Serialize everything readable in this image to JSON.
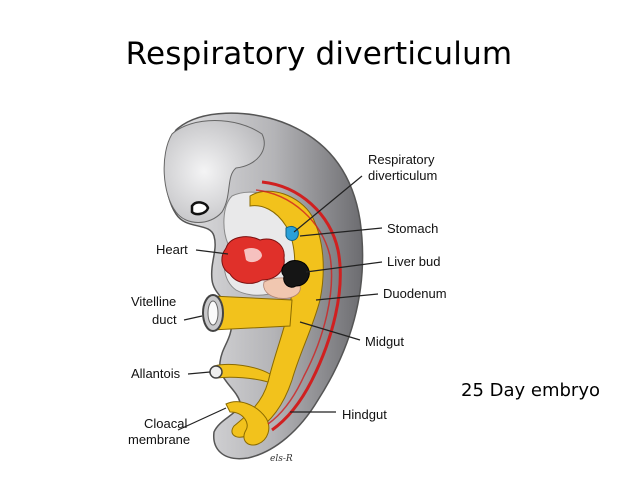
{
  "slide": {
    "title": "Respiratory diverticulum",
    "caption": "25 Day embryo"
  },
  "labels": {
    "respiratory_line1": "Respiratory",
    "respiratory_line2": "diverticulum",
    "stomach": "Stomach",
    "liver_bud": "Liver bud",
    "duodenum": "Duodenum",
    "midgut": "Midgut",
    "hindgut": "Hindgut",
    "heart": "Heart",
    "vitelline_line1": "Vitelline",
    "vitelline_line2": "duct",
    "allantois": "Allantois",
    "cloacal_line1": "Cloacal",
    "cloacal_line2": "membrane"
  },
  "signature": "els-R",
  "colors": {
    "body_gray": "#b9b9bb",
    "body_dark": "#7a7a7d",
    "gut_yellow": "#f2c21c",
    "vessel_red": "#d02020",
    "heart_red": "#e0302a",
    "stomach_blue": "#2aa0d8"
  }
}
